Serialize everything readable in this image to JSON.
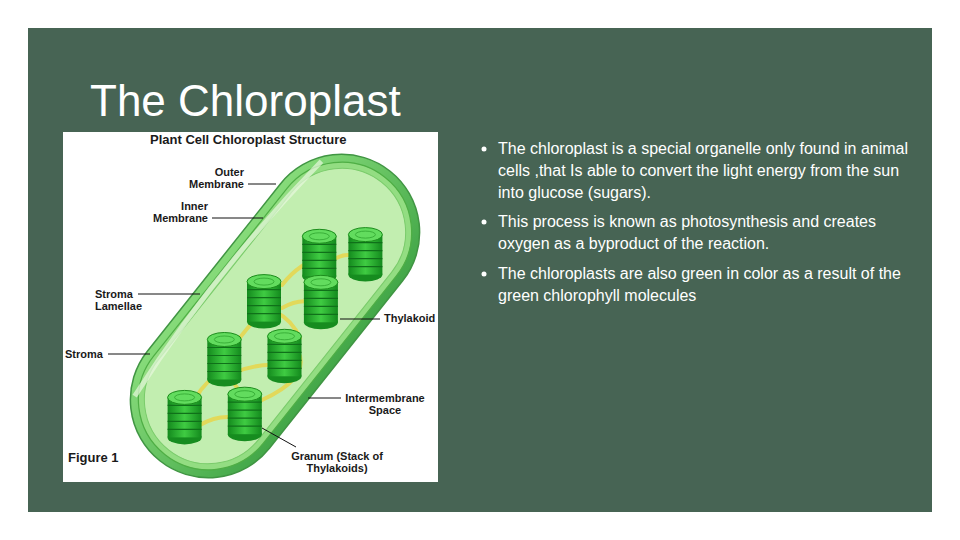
{
  "diagram": {
    "title": "The Chloroplast",
    "labels": [
      "Plant Cell Chloroplast Structure",
      "Outer Membrane",
      "Inner Membrane",
      "Stroma Lamellae",
      "Stroma",
      "Thylakoid",
      "Intermembrane Space",
      "Granum (Stack of Thylakoids)",
      "Figure 1",
      "The chloroplast is a special organelle only found in animal cells ,that Is able to convert the light energy from the sun into glucose (sugars).",
      "This process is known as photosynthesis and creates oxygen as a byproduct of the reaction.",
      "The chloroplasts are also green in color as a result of the green chlorophyll molecules"
    ]
  }
}
